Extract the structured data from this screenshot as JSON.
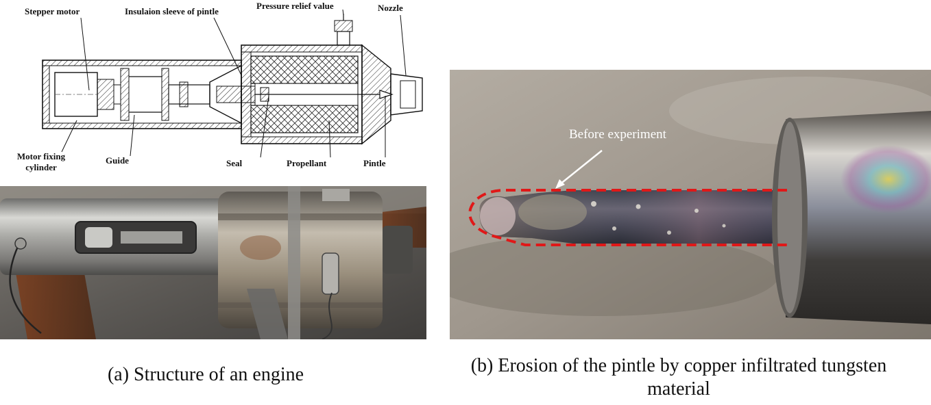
{
  "schematic": {
    "labels": {
      "stepper_motor": "Stepper motor",
      "insulation_sleeve": "Insulaion sleeve of pintle",
      "pressure_relief": "Pressure relief value",
      "nozzle": "Nozzle",
      "motor_fixing_line1": "Motor fixing",
      "motor_fixing_line2": "cylinder",
      "guide": "Guide",
      "seal": "Seal",
      "propellant": "Propellant",
      "pintle": "Pintle"
    }
  },
  "photo_pintle": {
    "annotation": "Before experiment",
    "dashed_outline_color": "#e01818"
  },
  "captions": {
    "a": "(a) Structure of an engine",
    "b_line1": "(b) Erosion of the pintle by copper infiltrated tungsten",
    "b_line2": "material"
  }
}
